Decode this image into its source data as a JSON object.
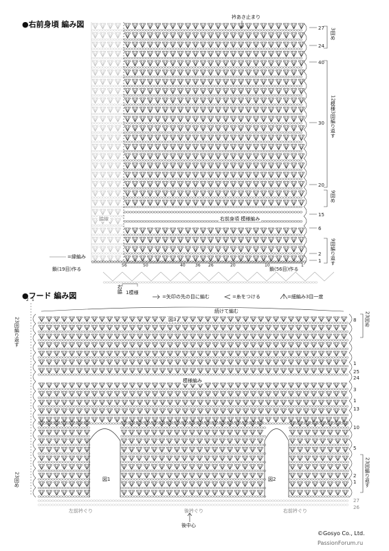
{
  "section1": {
    "title": "●右前身頃 編み図",
    "collar_note": "衿あき止まり",
    "main_label": "右前身頃 模様編み",
    "side_label": "脇線",
    "right_row_labels": [
      "27",
      "24",
      "40",
      "30",
      "20",
      "15",
      "6",
      "2",
      "1"
    ],
    "bracket_labels": [
      "3回め",
      "12模様3回編り返す",
      "9回め",
      "9回編り返す"
    ],
    "bottom_numbers": [
      "56",
      "50",
      "40",
      "36",
      "26",
      "20",
      "10",
      "1"
    ],
    "chain_left": "鎖(19目)作る",
    "chain_right": "鎖(56目)作る",
    "edge_legend": "=縁編み",
    "side_mark": "右脇",
    "pattern_unit": "1模様"
  },
  "legend": {
    "arrow": "=矢印の先の目に編む",
    "attach": "=糸をつける",
    "decrease": "=細編み3目一度"
  },
  "section2": {
    "title": "●フード 編み図",
    "top_marks": [
      "2",
      "1"
    ],
    "continue_label": "続けて編む",
    "fig3": "図3",
    "fig1": "図1",
    "fig2": "図2",
    "pattern_label": "模様編み",
    "left_repeat": "23回編り返す",
    "left_repeat2": "23回め",
    "right_top_repeat": "23回め",
    "right_row_labels": [
      "8",
      "1",
      "25",
      "24",
      "3",
      "1",
      "13",
      "10",
      "5",
      "2",
      "1",
      "27",
      "26"
    ],
    "right_bottom_repeat": "23回編り返す",
    "bottom_left": "左前衿ぐり",
    "bottom_center": "後衿ぐり",
    "bottom_right": "右前衿ぐり",
    "back_center": "後中心"
  },
  "copyright": "©Gosyo Co., Ltd.",
  "watermark": "PassionForum.ru"
}
